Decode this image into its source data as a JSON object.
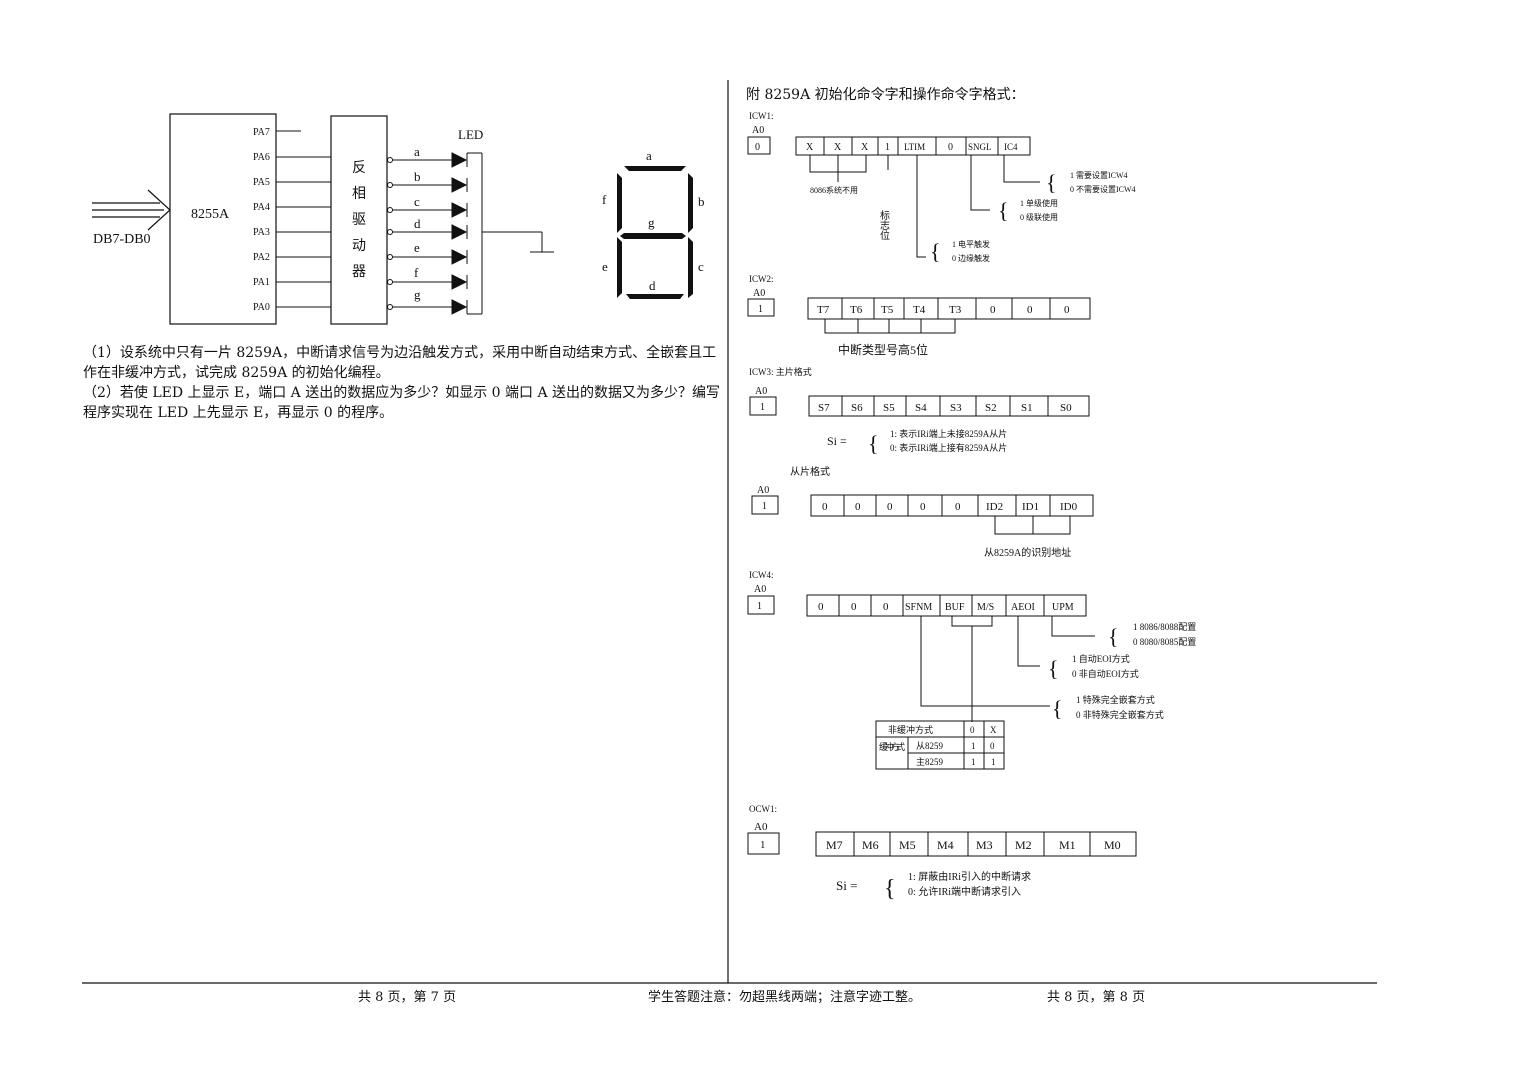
{
  "circuit": {
    "chip_label": "8255A",
    "bus_label": "DB7-DB0",
    "pins": [
      "PA7",
      "PA6",
      "PA5",
      "PA4",
      "PA3",
      "PA2",
      "PA1",
      "PA0"
    ],
    "driver_chars": [
      "反",
      "相",
      "驱",
      "动",
      "器"
    ],
    "led_label": "LED",
    "segment_lines": [
      "a",
      "b",
      "c",
      "d",
      "e",
      "f",
      "g"
    ]
  },
  "seven_segment": {
    "labels": [
      "a",
      "b",
      "c",
      "d",
      "e",
      "f",
      "g"
    ]
  },
  "questions": {
    "q1": "（1）设系统中只有一片 8259A，中断请求信号为边沿触发方式，采用中断自动结束方式、全嵌套且工作在非缓冲方式，试完成 8259A 的初始化编程。",
    "q2": "（2）若使 LED 上显示 E，端口 A 送出的数据应为多少？如显示 0 端口 A 送出的数据又为多少？编写程序实现在 LED 上先显示 E，再显示 0 的程序。"
  },
  "appendix": {
    "title": "附 8259A 初始化命令字和操作命令字格式：",
    "a0_label": "A0",
    "icw1": {
      "label": "ICW1:",
      "a0_value": "0",
      "bits": [
        "X",
        "X",
        "X",
        "1",
        "LTIM",
        "0",
        "SNGL",
        "IC4"
      ],
      "note_8086": "8086系统不用",
      "note_flag": "标志位",
      "ic4_1": "1  需要设置ICW4",
      "ic4_0": "0  不需要设置ICW4",
      "sngl_1": "1  单级使用",
      "sngl_0": "0  级联使用",
      "ltim_1": "1  电平触发",
      "ltim_0": "0  边缘触发"
    },
    "icw2": {
      "label": "ICW2:",
      "a0_value": "1",
      "bits": [
        "T7",
        "T6",
        "T5",
        "T4",
        "T3",
        "0",
        "0",
        "0"
      ],
      "note": "中断类型号高5位"
    },
    "icw3": {
      "label": "ICW3: 主片格式",
      "a0_value": "1",
      "bits": [
        "S7",
        "S6",
        "S5",
        "S4",
        "S3",
        "S2",
        "S1",
        "S0"
      ],
      "si_label": "Si =",
      "si_1": "1: 表示IRi端上未接8259A从片",
      "si_0": "0: 表示IRi端上接有8259A从片",
      "slave_label": "从片格式",
      "slave_a0_value": "1",
      "slave_bits": [
        "0",
        "0",
        "0",
        "0",
        "0",
        "ID2",
        "ID1",
        "ID0"
      ],
      "slave_note": "从8259A的识别地址"
    },
    "icw4": {
      "label": "ICW4:",
      "a0_value": "1",
      "bits": [
        "0",
        "0",
        "0",
        "SFNM",
        "BUF",
        "M/S",
        "AEOI",
        "UPM"
      ],
      "upm_1": "1    8086/8088配置",
      "upm_0": "0    8080/8085配置",
      "aeoi_1": "1   自动EOI方式",
      "aeoi_0": "0   非自动EOI方式",
      "sfnm_1": "1   特殊完全嵌套方式",
      "sfnm_0": "0   非特殊完全嵌套方式",
      "table": {
        "row1": [
          "非缓冲方式",
          "0",
          "X"
        ],
        "group_label": "缓冲方式",
        "row2": [
          "从8259",
          "1",
          "0"
        ],
        "row3": [
          "主8259",
          "1",
          "1"
        ]
      }
    },
    "ocw1": {
      "label": "OCW1:",
      "a0_value": "1",
      "bits": [
        "M7",
        "M6",
        "M5",
        "M4",
        "M3",
        "M2",
        "M1",
        "M0"
      ],
      "si_label": "Si =",
      "si_1": "1: 屏蔽由IRi引入的中断请求",
      "si_0": "0: 允许IRi端中断请求引入"
    }
  },
  "footer": {
    "left": "共 8 页，第 7 页",
    "center": "学生答题注意：勿超黑线两端；注意字迹工整。",
    "right": "共 8 页，第 8 页"
  }
}
